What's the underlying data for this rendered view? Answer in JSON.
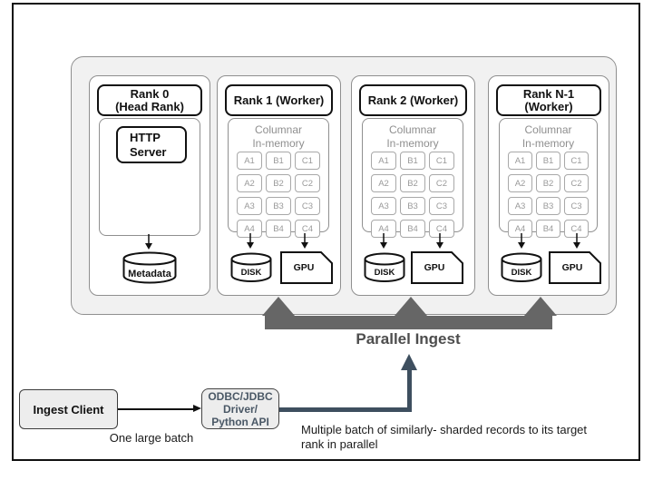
{
  "cluster": {
    "rank0": {
      "title": "Rank 0\n(Head Rank)",
      "http_server_label": "HTTP\nServer",
      "metadata_label": "Metadata"
    },
    "workers": [
      {
        "title": "Rank 1 (Worker)"
      },
      {
        "title": "Rank 2 (Worker)"
      },
      {
        "title": "Rank N-1\n(Worker)"
      }
    ],
    "memory": {
      "heading": "Columnar\nIn-memory",
      "cells": [
        "A1",
        "B1",
        "C1",
        "A2",
        "B2",
        "C2",
        "A3",
        "B3",
        "C3",
        "A4",
        "B4",
        "C4"
      ]
    },
    "disk_label": "DISK",
    "gpu_label": "GPU"
  },
  "ingest": {
    "parallel_label": "Parallel Ingest",
    "client_label": "Ingest Client",
    "driver_label": "ODBC/JDBC\nDriver/\nPython API",
    "batch_caption": "One large batch",
    "multi_batch_note": "Multiple batch of similarly- sharded records to its target\nrank in parallel"
  },
  "colors": {
    "cluster_fill": "#f1f1f1",
    "panel_border": "#8f8f8f",
    "muted_text": "#9a9a9a",
    "parallel_arrow": "#666666",
    "parallel_label_text": "#4d4d4d",
    "slate_arrow": "#3e4f5f",
    "driver_text": "#4a5866",
    "light_box_fill": "#ededed"
  }
}
